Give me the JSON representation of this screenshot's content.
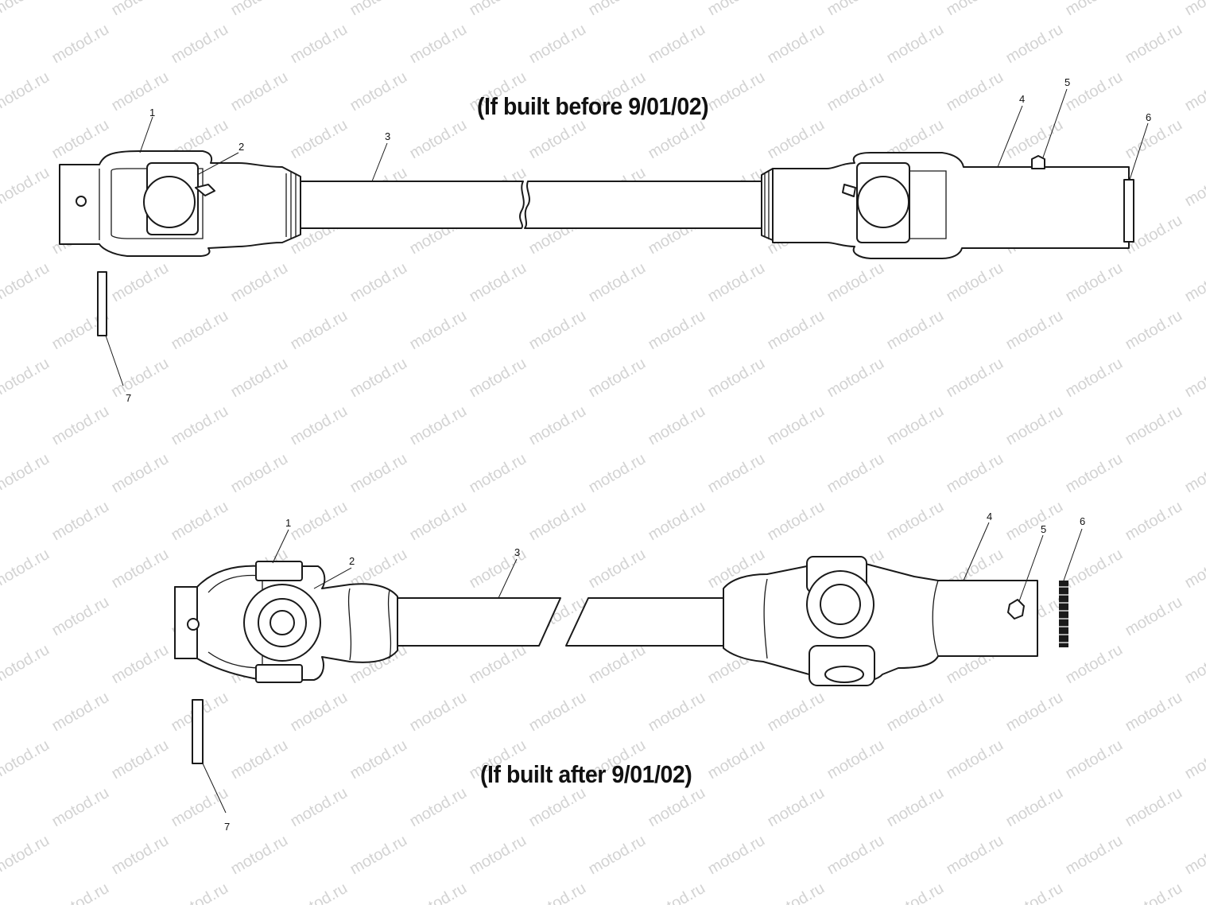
{
  "watermark_text": "motod.ru",
  "title_before": "(If built before 9/01/02)",
  "title_after": "(If built after 9/01/02)",
  "callouts_before": [
    {
      "label": "1",
      "part": "yoke"
    },
    {
      "label": "2",
      "part": "cross-and-bearing"
    },
    {
      "label": "3",
      "part": "shaft-tube"
    },
    {
      "label": "4",
      "part": "slip-yoke"
    },
    {
      "label": "5",
      "part": "grease-fitting"
    },
    {
      "label": "6",
      "part": "seal-ring"
    },
    {
      "label": "7",
      "part": "roll-pin"
    }
  ],
  "callouts_after": [
    {
      "label": "1",
      "part": "yoke"
    },
    {
      "label": "2",
      "part": "cross-and-bearing"
    },
    {
      "label": "3",
      "part": "shaft-tube"
    },
    {
      "label": "4",
      "part": "slip-yoke"
    },
    {
      "label": "5",
      "part": "grease-fitting"
    },
    {
      "label": "6",
      "part": "seal-ring"
    },
    {
      "label": "7",
      "part": "roll-pin"
    }
  ]
}
